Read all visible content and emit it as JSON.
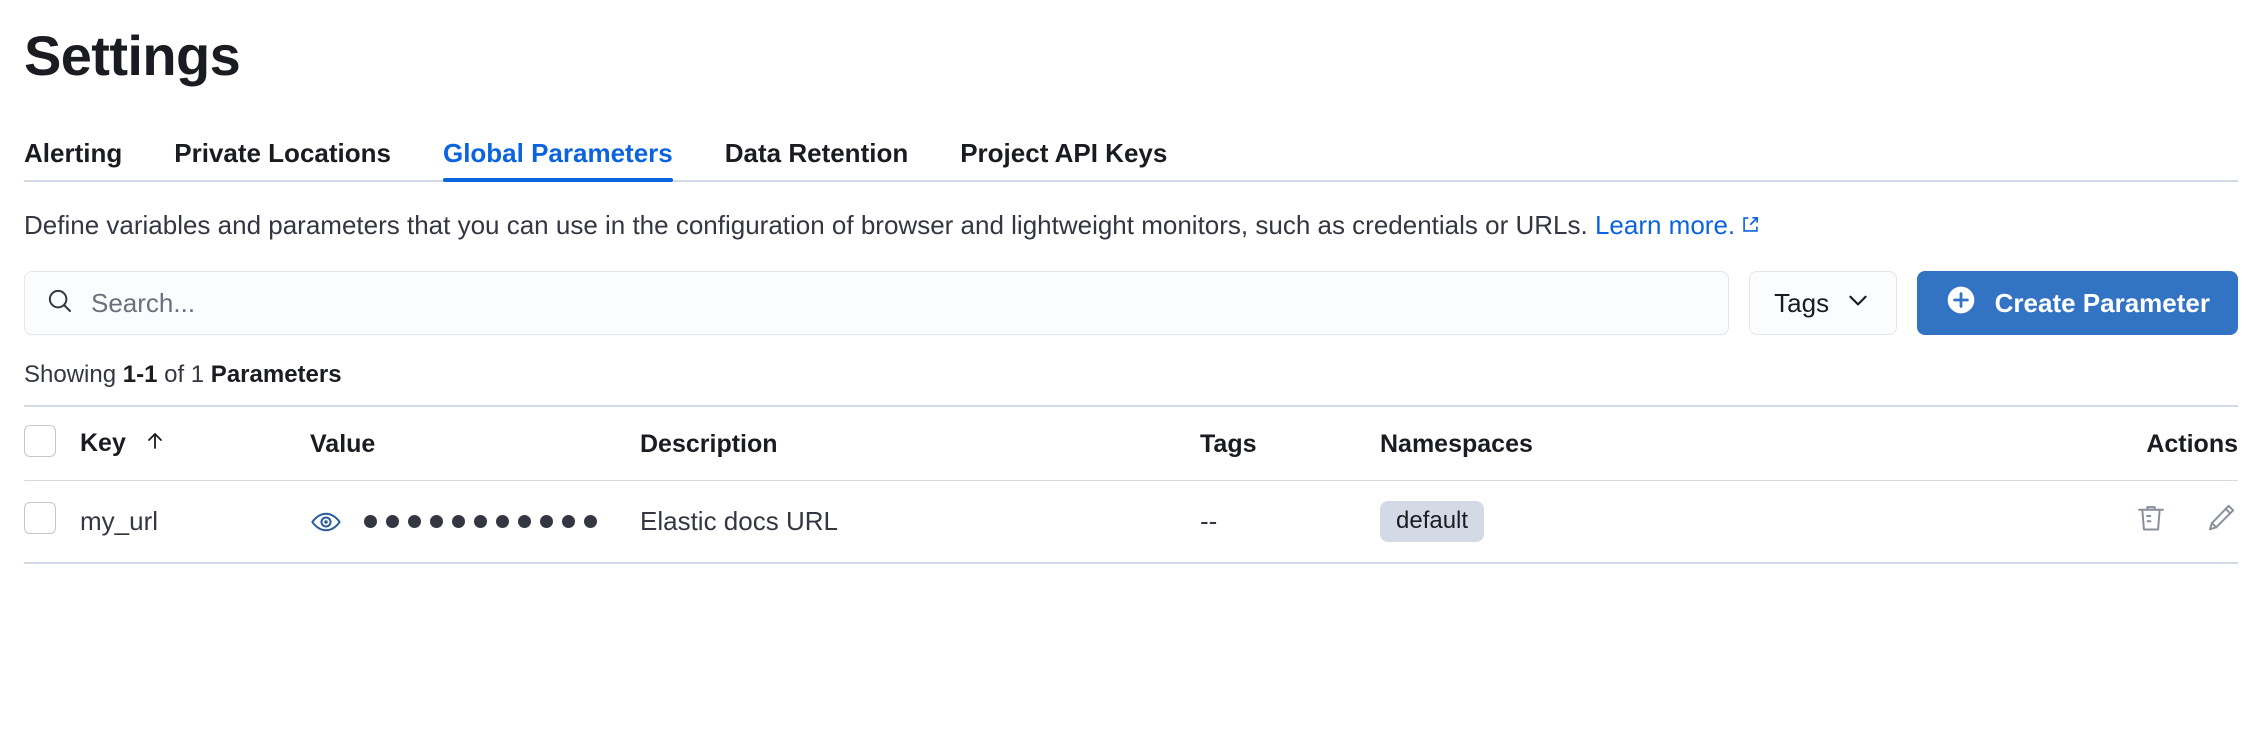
{
  "header": {
    "title": "Settings"
  },
  "tabs": [
    {
      "label": "Alerting",
      "active": false
    },
    {
      "label": "Private Locations",
      "active": false
    },
    {
      "label": "Global Parameters",
      "active": true
    },
    {
      "label": "Data Retention",
      "active": false
    },
    {
      "label": "Project API Keys",
      "active": false
    }
  ],
  "description": {
    "text": "Define variables and parameters that you can use in the configuration of browser and lightweight monitors, such as credentials or URLs. ",
    "link_label": "Learn more.",
    "external_icon": "external-link-icon"
  },
  "toolbar": {
    "search_placeholder": "Search...",
    "search_value": "",
    "search_icon": "search-icon",
    "tags_label": "Tags",
    "tags_chevron": "chevron-down-icon",
    "create_label": "Create Parameter",
    "create_icon": "plus-circle-icon",
    "create_color": "#3373c4"
  },
  "results": {
    "showing_prefix": "Showing ",
    "range": "1-1",
    "of": " of ",
    "total": "1",
    "unit": " Parameters"
  },
  "table": {
    "columns": [
      {
        "key": "select",
        "label": ""
      },
      {
        "key": "key",
        "label": "Key",
        "sorted": "asc",
        "sort_icon": "arrow-up-icon"
      },
      {
        "key": "value",
        "label": "Value"
      },
      {
        "key": "description",
        "label": "Description"
      },
      {
        "key": "tags",
        "label": "Tags"
      },
      {
        "key": "namespaces",
        "label": "Namespaces"
      },
      {
        "key": "actions",
        "label": "Actions"
      }
    ],
    "rows": [
      {
        "selected": false,
        "key": "my_url",
        "value_icon": "eye-icon",
        "value_masked_dots": 11,
        "description": "Elastic docs URL",
        "tags": "--",
        "namespaces": [
          "default"
        ],
        "actions": [
          "trash-icon",
          "pencil-icon"
        ]
      }
    ]
  },
  "colors": {
    "accent": "#0b64dd",
    "primary_button": "#3373c4",
    "border": "#d3dae6",
    "text": "#1a1c21",
    "muted_text": "#343741",
    "badge_bg": "#d3dae6",
    "icon_gray": "#8a8f99",
    "eye_blue": "#2a5d9c"
  }
}
